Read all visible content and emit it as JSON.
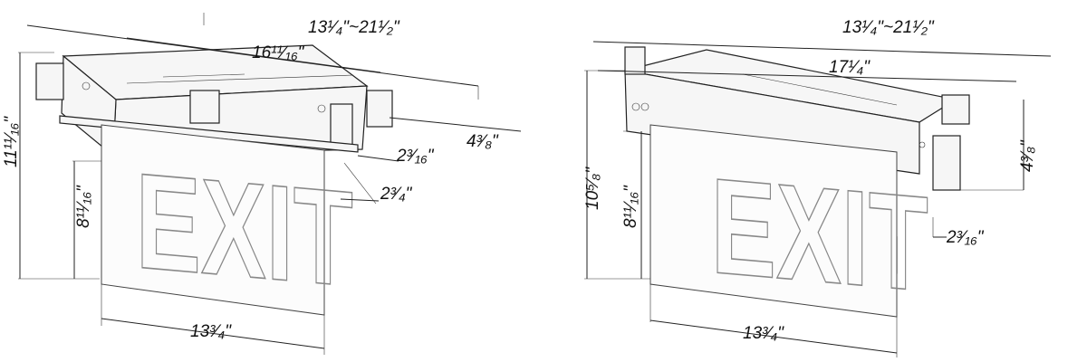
{
  "left_view": {
    "exit_text": "EXIT",
    "dims": {
      "overall_length": "13¹⁄₄\"~21¹⁄₂\"",
      "housing_length": "16¹¹⁄₁₆\"",
      "overall_height": "11¹¹⁄₁₆\"",
      "panel_height": "8¹¹⁄₁₆\"",
      "panel_width": "13³⁄₄\"",
      "depth_small": "2³⁄₁₆\"",
      "housing_depth": "4³⁄₈\"",
      "drop": "2³⁄₄\""
    }
  },
  "right_view": {
    "exit_text": "EXIT",
    "dims": {
      "overall_length": "13¹⁄₄\"~21¹⁄₂\"",
      "housing_length": "17¹⁄₄\"",
      "overall_height": "10⁵⁄₈\"",
      "panel_height": "8¹¹⁄₁₆\"",
      "panel_width": "13³⁄₄\"",
      "housing_depth": "4³⁄₈\"",
      "depth_small": "2³⁄₁₆\""
    }
  }
}
